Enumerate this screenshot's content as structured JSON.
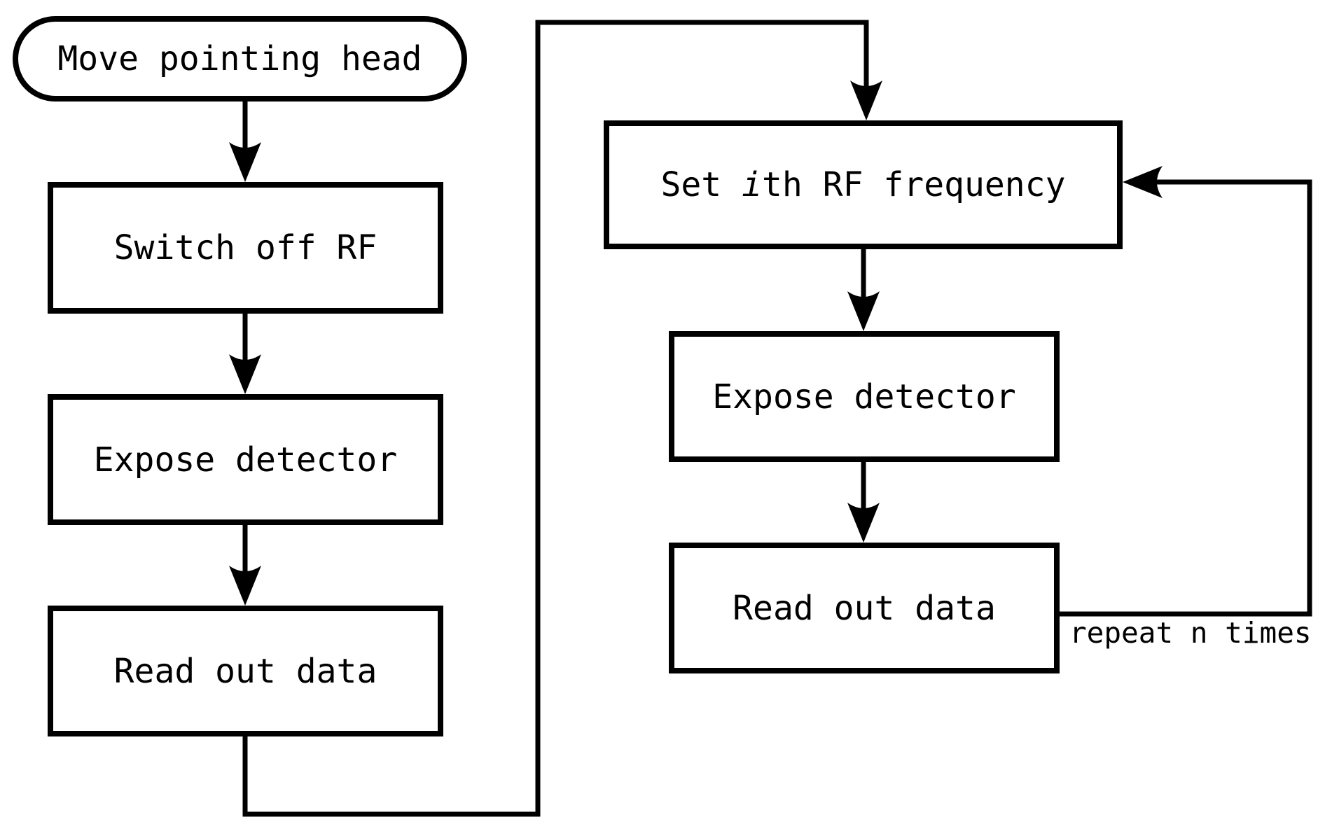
{
  "diagram": {
    "type": "flowchart",
    "nodes": {
      "start": {
        "label": "Move pointing head",
        "shape": "stadium"
      },
      "switch_off_rf": {
        "label": "Switch off RF",
        "shape": "rect"
      },
      "expose_detector_left": {
        "label": "Expose detector",
        "shape": "rect"
      },
      "read_out_data_left": {
        "label": "Read out data",
        "shape": "rect"
      },
      "set_rf_frequency": {
        "label_prefix": "Set ",
        "label_emphasis": "i",
        "label_suffix": "th RF frequency",
        "shape": "rect"
      },
      "expose_detector_right": {
        "label": "Expose detector",
        "shape": "rect"
      },
      "read_out_data_right": {
        "label": "Read out data",
        "shape": "rect"
      }
    },
    "edge_labels": {
      "repeat_loop": "repeat n times"
    },
    "colors": {
      "line": "#000000",
      "node_fill": "#ffffff",
      "background": "#ffffff",
      "text": "#000000"
    }
  }
}
